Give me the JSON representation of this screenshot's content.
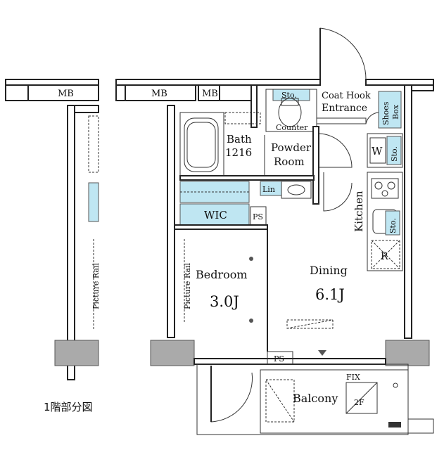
{
  "labels": {
    "mb_left": "MB",
    "mb_center": "MB",
    "mb_small": "MB",
    "sto_top": "Sto.",
    "coat_hook": "Coat Hook",
    "entrance": "Entrance",
    "shoes_box_1": "Shoes",
    "shoes_box_2": "Box",
    "counter": "Counter",
    "bath": "Bath",
    "bath_size": "1216",
    "powder_1": "Powder",
    "powder_2": "Room",
    "w": "W",
    "sto_right": "Sto.",
    "lin": "Lin",
    "kitchen": "Kitchen",
    "sto_kitchen": "Sto.",
    "r": "R",
    "wic": "WIC",
    "ps_wic": "PS",
    "bedroom": "Bedroom",
    "bedroom_size": "3.0J",
    "picture_rail_1": "Picture Rail",
    "picture_rail_2": "Picture Rail",
    "dining": "Dining",
    "dining_size": "6.1J",
    "ps_bottom": "PS",
    "balcony": "Balcony",
    "fix": "FIX",
    "floor_2f": "2F",
    "caption": "1階部分図"
  },
  "colors": {
    "storage_fill": "#bfe6f2",
    "column_fill": "#aaaaaa",
    "wall_line": "#222222"
  }
}
